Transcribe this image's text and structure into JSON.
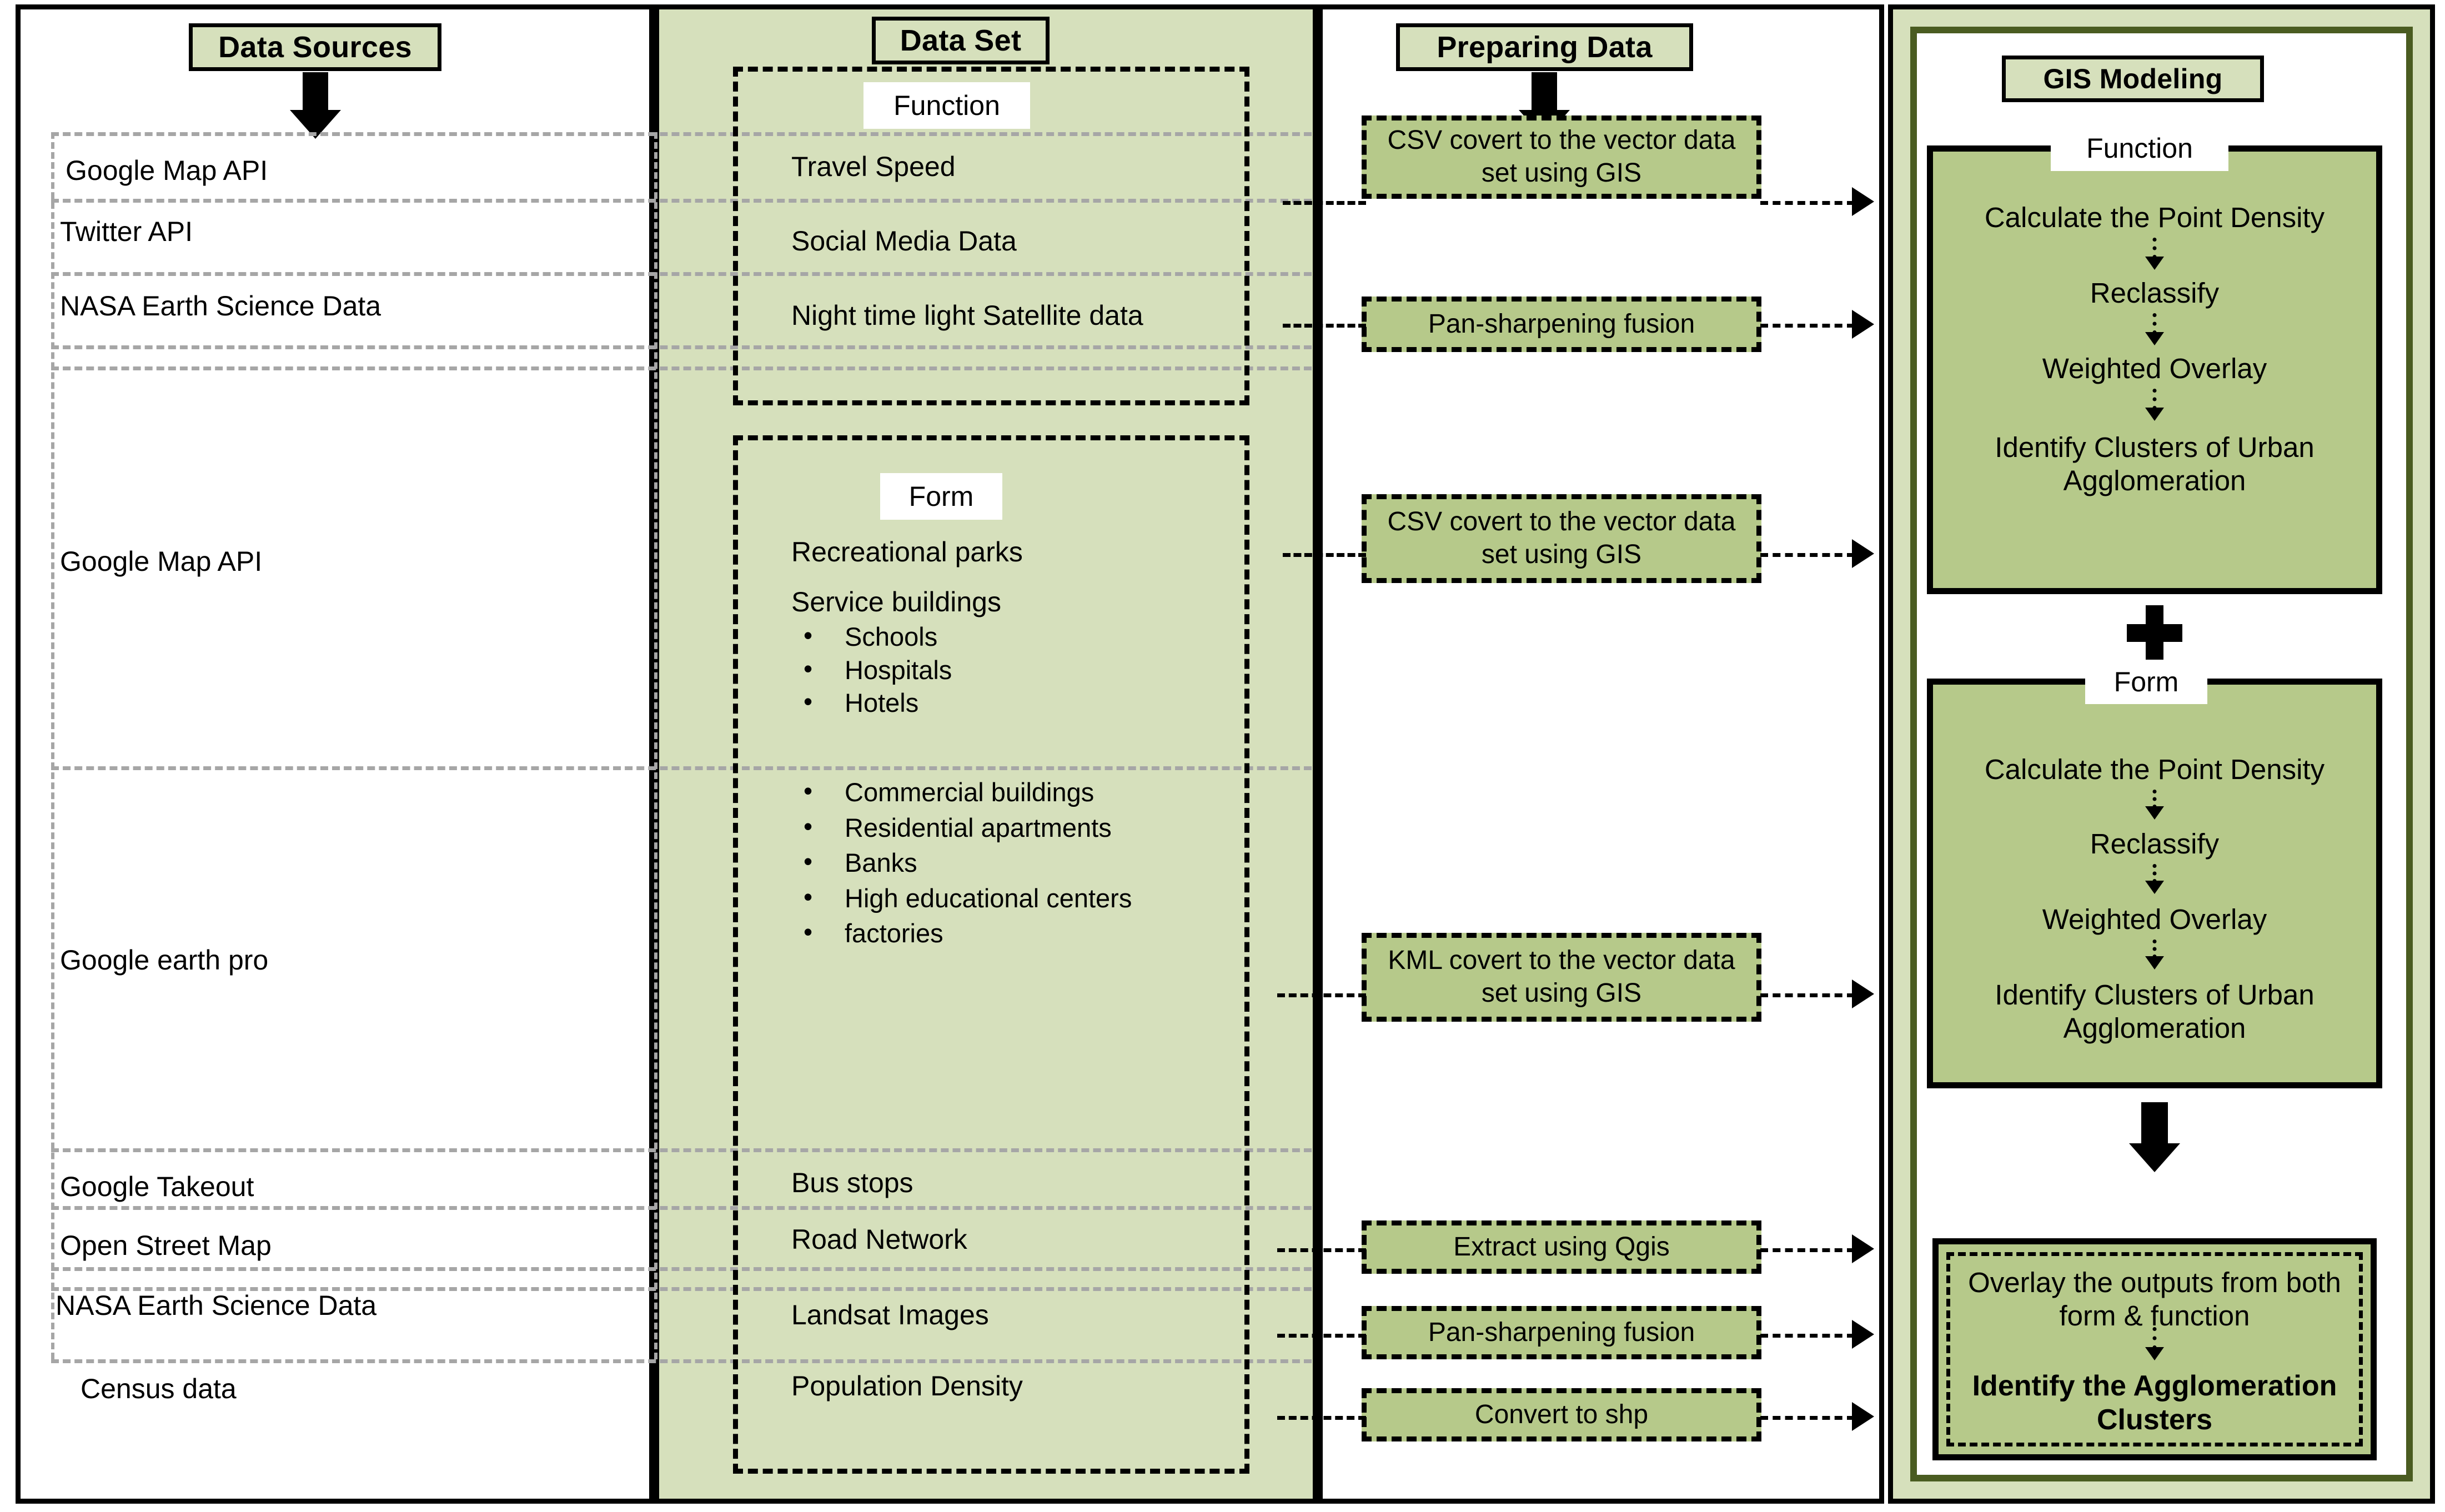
{
  "columns": {
    "data_sources": {
      "header": "Data Sources",
      "items": [
        "Google Map API",
        "Twitter API",
        "NASA Earth Science Data",
        "Google Map API",
        "Google earth pro",
        "Google Takeout",
        "Open Street Map",
        "NASA Earth Science Data",
        "Census data"
      ]
    },
    "data_set": {
      "header": "Data Set",
      "function_tag": "Function",
      "form_tag": "Form",
      "function_items": [
        "Travel Speed",
        "Social Media Data",
        "Night time light Satellite data"
      ],
      "form_items": [
        "Recreational parks",
        "Service buildings"
      ],
      "form_bullets_group1": [
        "Schools",
        "Hospitals",
        "Hotels"
      ],
      "form_bullets_group2": [
        "Commercial buildings",
        "Residential apartments",
        "Banks",
        "High educational centers",
        "factories"
      ],
      "form_items_tail": [
        "Bus stops",
        "Road Network",
        "Landsat Images",
        "Population Density"
      ]
    },
    "preparing_data": {
      "header": "Preparing Data",
      "boxes": [
        "CSV covert to the vector data set using GIS",
        "Pan-sharpening fusion",
        "CSV covert to the vector data set using GIS",
        "KML covert to the vector data set using GIS",
        "Extract using Qgis",
        "Pan-sharpening fusion",
        "Convert to shp"
      ]
    },
    "gis_modeling": {
      "header": "GIS Modeling",
      "function_tag": "Function",
      "form_tag": "Form",
      "function_steps": [
        "Calculate the Point Density",
        "Reclassify",
        "Weighted Overlay",
        "Identify Clusters of Urban Agglomeration"
      ],
      "form_steps": [
        "Calculate the Point Density",
        "Reclassify",
        "Weighted Overlay",
        "Identify Clusters of Urban Agglomeration"
      ],
      "plus_symbol": "+",
      "final_box": {
        "line1": "Overlay the outputs from both form & function",
        "line2": "Identify the Agglomeration Clusters"
      }
    }
  },
  "colors": {
    "panel_light_green": "#d6e0bc",
    "box_green": "#b6c98a",
    "inner_border_olive": "#4a5c21",
    "stroke_black": "#000000",
    "row_separator_grey": "#a6a6a6"
  }
}
